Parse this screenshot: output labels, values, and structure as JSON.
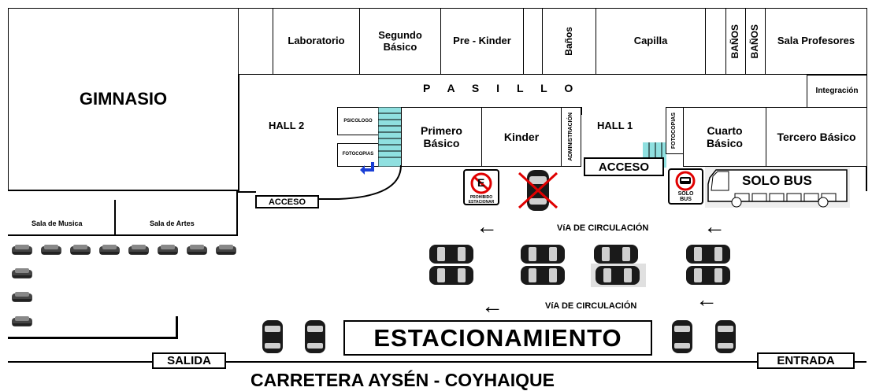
{
  "rooms": {
    "gimnasio": "GIMNASIO",
    "laboratorio": "Laboratorio",
    "segundo_basico": "Segundo Básico",
    "pre_kinder": "Pre - Kinder",
    "banos1": "Baños",
    "capilla": "Capilla",
    "banos_caps_a": "BAÑOS",
    "banos_caps_b": "BAÑOS",
    "sala_profesores": "Sala Profesores",
    "pasillo": "P A S I L L O",
    "integracion": "Integración",
    "hall2": "HALL 2",
    "psicologo": "PSICOLOGO",
    "fotocopias_left": "FOTOCOPIAS",
    "primero_basico": "Primero Básico",
    "kinder": "Kinder",
    "administracion": "ADMINISTRACIÓN",
    "hall1": "HALL 1",
    "fotocopias_right": "FOTOCOPIAS",
    "cuarto_basico": "Cuarto Básico",
    "tercero_basico": "Tercero Básico",
    "sala_musica": "Sala de Musica",
    "sala_artes": "Sala de Artes"
  },
  "labels": {
    "acceso_left": "ACCESO",
    "acceso_right": "ACCESO",
    "via_1": "VíA DE CIRCULACIÓN",
    "via_2": "VíA DE CIRCULACIÓN",
    "estacionamiento": "ESTACIONAMIENTO",
    "salida": "SALIDA",
    "entrada": "ENTRADA",
    "carretera": "CARRETERA AYSÉN - COYHAIQUE",
    "solo_bus_sign_1": "SOLO",
    "solo_bus_sign_2": "BUS",
    "solo_bus": "SOLO BUS",
    "prohibido_1": "PROHIBIDO",
    "prohibido_2": "ESTACIONAR",
    "no_parking_letter": "E"
  },
  "colors": {
    "stairs": "#8fe0e0",
    "arrow_blue": "#1a3fd6",
    "prohibited_red": "#e00000",
    "car_body": "#1a1a1a"
  },
  "icons": [
    "no-parking-sign-icon",
    "crossed-car-icon",
    "solo-bus-sign-icon",
    "bus-icon",
    "car-icon",
    "direction-arrow-icon",
    "stairs-icon"
  ]
}
